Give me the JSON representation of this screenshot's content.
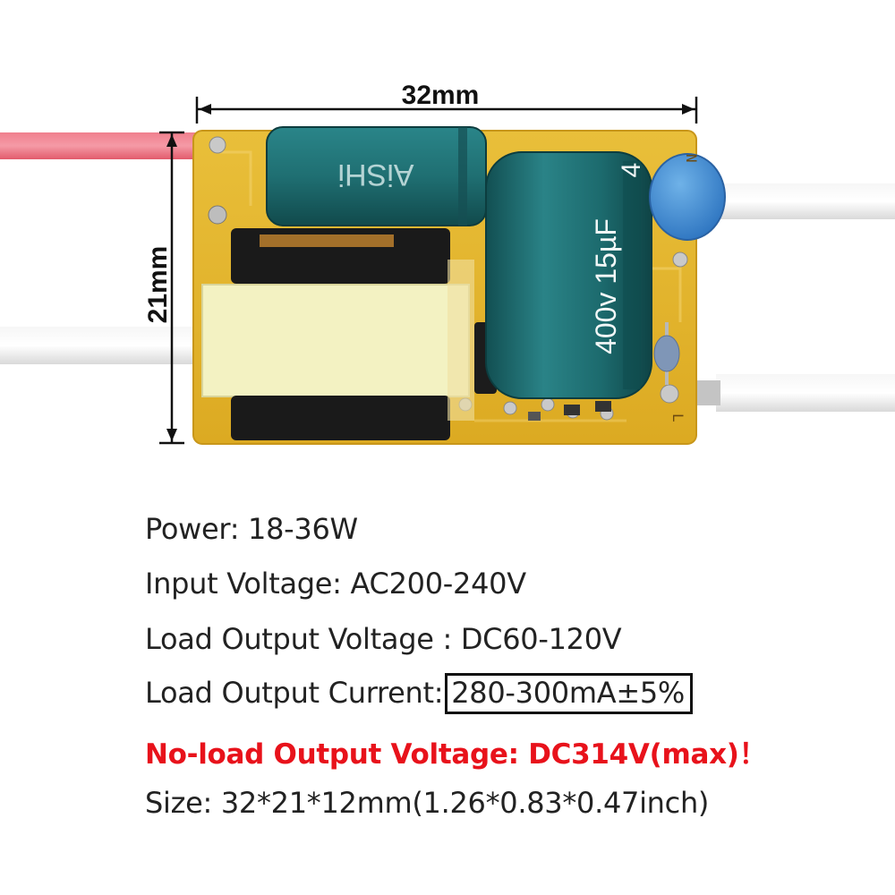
{
  "dimensions": {
    "width_label": "32mm",
    "height_label": "21mm"
  },
  "board_markings": {
    "small_cap_brand": "AiSHi",
    "big_cap_rating": "400v 15µF",
    "big_cap_edge": "4",
    "pad_label_n": "N",
    "pad_label_l": "L"
  },
  "specs": {
    "power": "Power: 18-36W",
    "input_voltage": "Input Voltage: AC200-240V",
    "load_output_voltage": "Load Output Voltage : DC60-120V",
    "load_output_current_label": "Load Output Current:",
    "load_output_current_value": "280-300mA±5%",
    "no_load_voltage": "No-load Output Voltage: DC314V(max)！",
    "size": "Size: 32*21*12mm(1.26*0.83*0.47inch)"
  },
  "colors": {
    "warning_text": "#e8121b",
    "pcb": "#e3b52c",
    "capacitor": "#1e6b6e",
    "red_wire": "#ee6e7e"
  }
}
